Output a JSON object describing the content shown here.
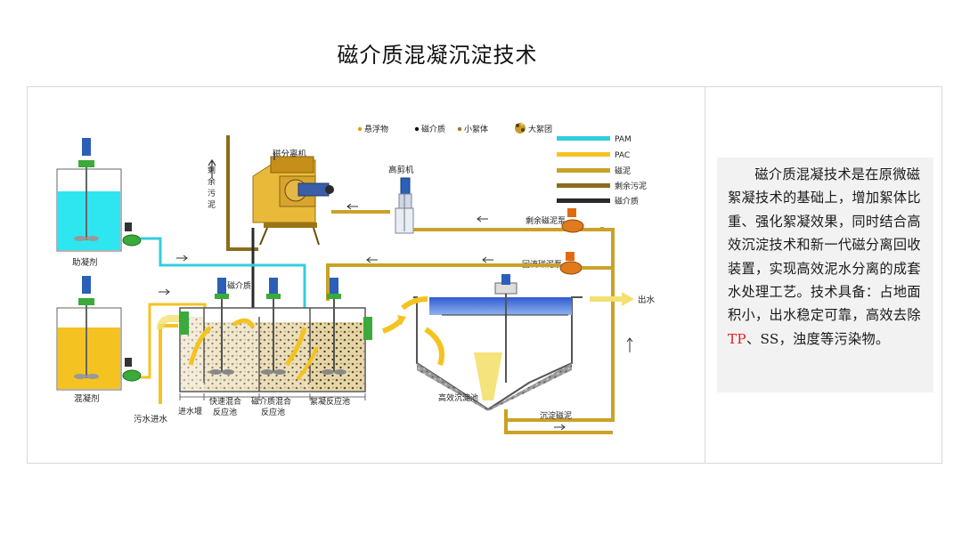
{
  "title": "磁介质混凝沉淀技术",
  "description": {
    "before_tp": "磁介质混凝技术是在原微磁絮凝技术的基础上，增加絮体比重、强化絮凝效果，同时结合高效沉淀技术和新一代磁分离回收装置，实现高效泥水分离的成套水处理工艺。技术具备：占地面积小，出水稳定可靠，高效去除",
    "tp": "TP",
    "after_tp": "、SS，浊度等污染物。"
  },
  "diagram": {
    "legend": {
      "particles": [
        "悬浮物",
        "磁介质",
        "小絮体",
        "大絮团"
      ],
      "lines": [
        {
          "label": "PAM",
          "color": "#33cde0"
        },
        {
          "label": "PAC",
          "color": "#f4c321"
        },
        {
          "label": "磁泥",
          "color": "#c9a227"
        },
        {
          "label": "剩余污泥",
          "color": "#8a6d1c"
        },
        {
          "label": "磁介质",
          "color": "#2a2a2a"
        }
      ]
    },
    "labels": {
      "excess_sludge_vertical": [
        "剩",
        "余",
        "污",
        "泥"
      ],
      "magnetic_separator": "磁分离机",
      "high_shear": "高剪机",
      "excess_sludge_pump": "剩余磁泥泵",
      "return_sludge_pump": "回流磁泥泵",
      "coagulant_aid": "助凝剂",
      "coagulant": "混凝剂",
      "magnetic_medium": "磁介质",
      "outflow": "出水",
      "inflow": "污水进水",
      "inlet_weir": "进水堰",
      "rapid_mix": [
        "快速混合",
        "反应池"
      ],
      "magnetic_mix": [
        "磁介质混合",
        "反应池"
      ],
      "floc_tank": "絮凝反应池",
      "settling_tank": "高效沉淀池",
      "settled_sludge": "沉淀磁泥"
    }
  }
}
